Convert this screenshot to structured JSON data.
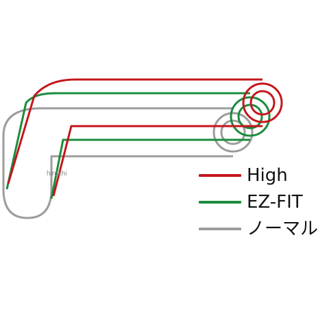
{
  "watermark": "hirochi",
  "legend": [
    {
      "label": "High",
      "color": "#c4161c"
    },
    {
      "label": "EZ-FIT",
      "color": "#1a8c3c"
    },
    {
      "label": "ノーマル",
      "color": "#9c9c9c"
    }
  ]
}
